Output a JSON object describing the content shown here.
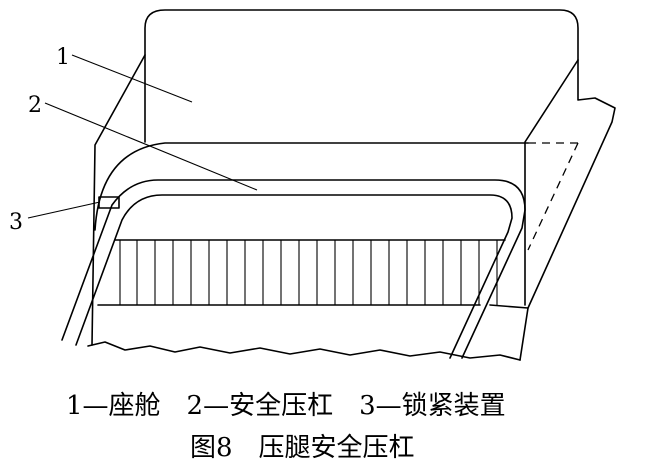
{
  "figure": {
    "callouts": [
      "1",
      "2",
      "3"
    ],
    "legend": "1—座舱　2—安全压杠　3—锁紧装置",
    "caption": "图8　压腿安全压杠"
  }
}
